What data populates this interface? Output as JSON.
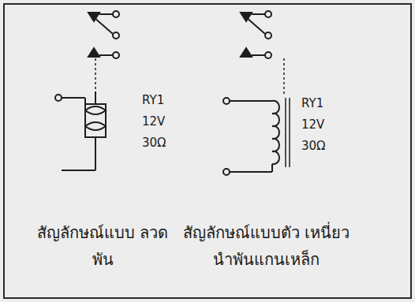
{
  "diagram": {
    "labels": [
      "RY1",
      "12V",
      "30Ω",
      "RY1",
      "12V",
      "30Ω",
      "สัญลักษณ์แบบ ลวดพัน",
      "สัญลักษณ์แบบตัว เหนี่ยวนำพันแกนเหล็ก"
    ]
  }
}
